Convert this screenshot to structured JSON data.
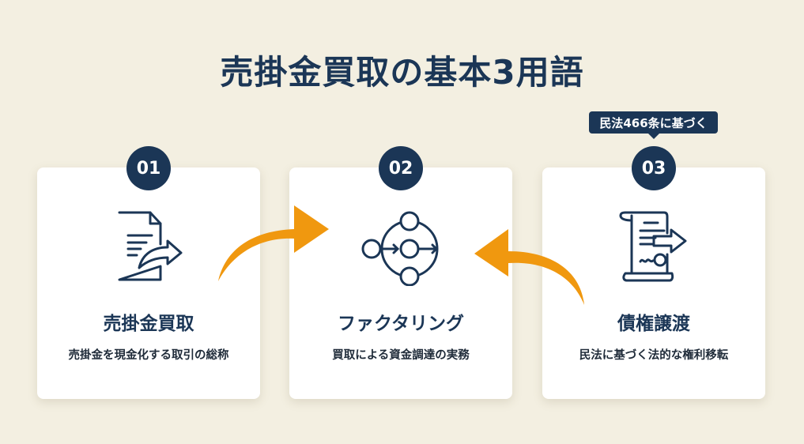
{
  "title": "売掛金買取の基本3用語",
  "tooltip": "民法466条に基づく",
  "cards": [
    {
      "number": "01",
      "title": "売掛金買取",
      "subtitle": "売掛金を現金化する取引の総称",
      "icon": "document-transfer-icon"
    },
    {
      "number": "02",
      "title": "ファクタリング",
      "subtitle": "買取による資金調達の実務",
      "icon": "network-flow-icon"
    },
    {
      "number": "03",
      "title": "債権譲渡",
      "subtitle": "民法に基づく法的な権利移転",
      "icon": "contract-transfer-icon"
    }
  ],
  "colors": {
    "navy": "#1b3656",
    "orange": "#f0980f",
    "background": "#f3efe1"
  }
}
